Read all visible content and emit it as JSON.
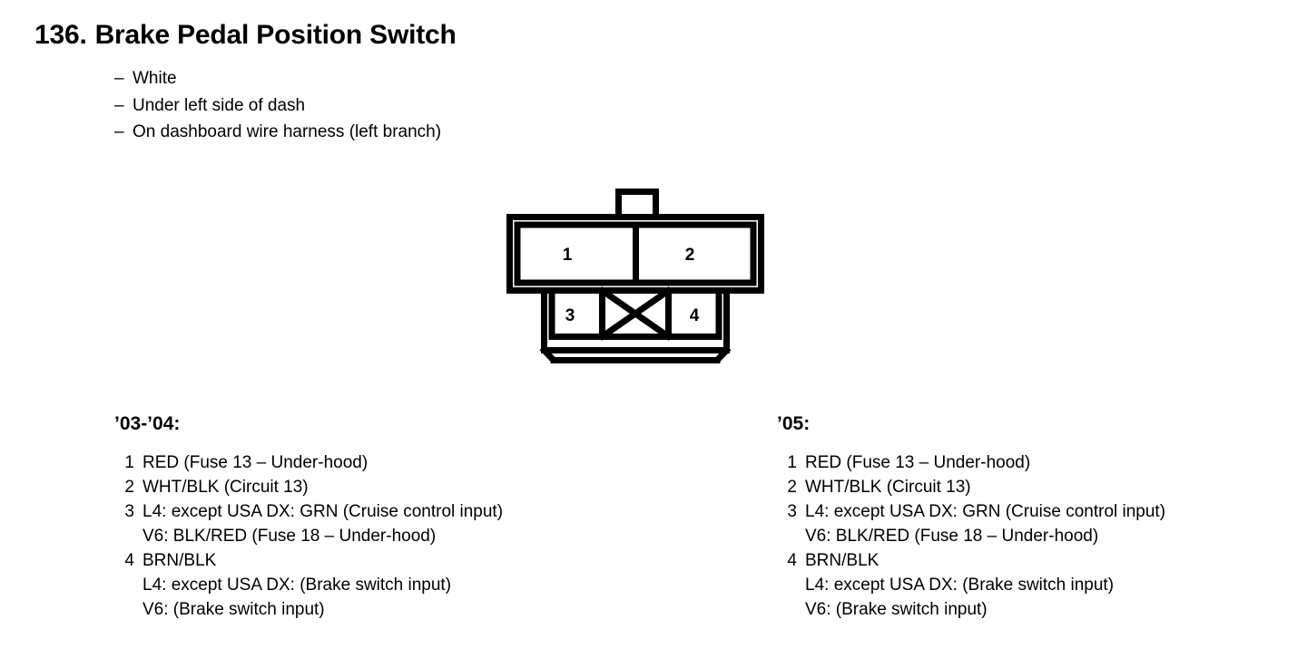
{
  "title": {
    "number": "136.",
    "name": "Brake Pedal Position Switch"
  },
  "description": {
    "dash": "–",
    "items": [
      "White",
      "Under left side of dash",
      "On dashboard wire harness (left branch)"
    ]
  },
  "connector": {
    "cavity_labels": [
      "1",
      "2",
      "3",
      "4"
    ],
    "blank_cavity_marker": "X",
    "line_color": "#000000",
    "fill_color": "#ffffff"
  },
  "columns": [
    {
      "heading": "’03-’04:",
      "pins": [
        {
          "num": "1",
          "lines": [
            "RED (Fuse 13 – Under-hood)"
          ]
        },
        {
          "num": "2",
          "lines": [
            "WHT/BLK (Circuit 13)"
          ]
        },
        {
          "num": "3",
          "lines": [
            "L4: except USA DX: GRN (Cruise control input)",
            "V6: BLK/RED (Fuse 18 – Under-hood)"
          ]
        },
        {
          "num": "4",
          "lines": [
            "BRN/BLK",
            "L4: except USA DX: (Brake switch input)",
            "V6: (Brake switch input)"
          ]
        }
      ]
    },
    {
      "heading": "’05:",
      "pins": [
        {
          "num": "1",
          "lines": [
            "RED (Fuse 13 – Under-hood)"
          ]
        },
        {
          "num": "2",
          "lines": [
            "WHT/BLK (Circuit 13)"
          ]
        },
        {
          "num": "3",
          "lines": [
            "L4: except USA DX: GRN (Cruise control input)",
            "V6: BLK/RED (Fuse 18 – Under-hood)"
          ]
        },
        {
          "num": "4",
          "lines": [
            "BRN/BLK",
            "L4: except USA DX: (Brake switch input)",
            "V6: (Brake switch input)"
          ]
        }
      ]
    }
  ]
}
